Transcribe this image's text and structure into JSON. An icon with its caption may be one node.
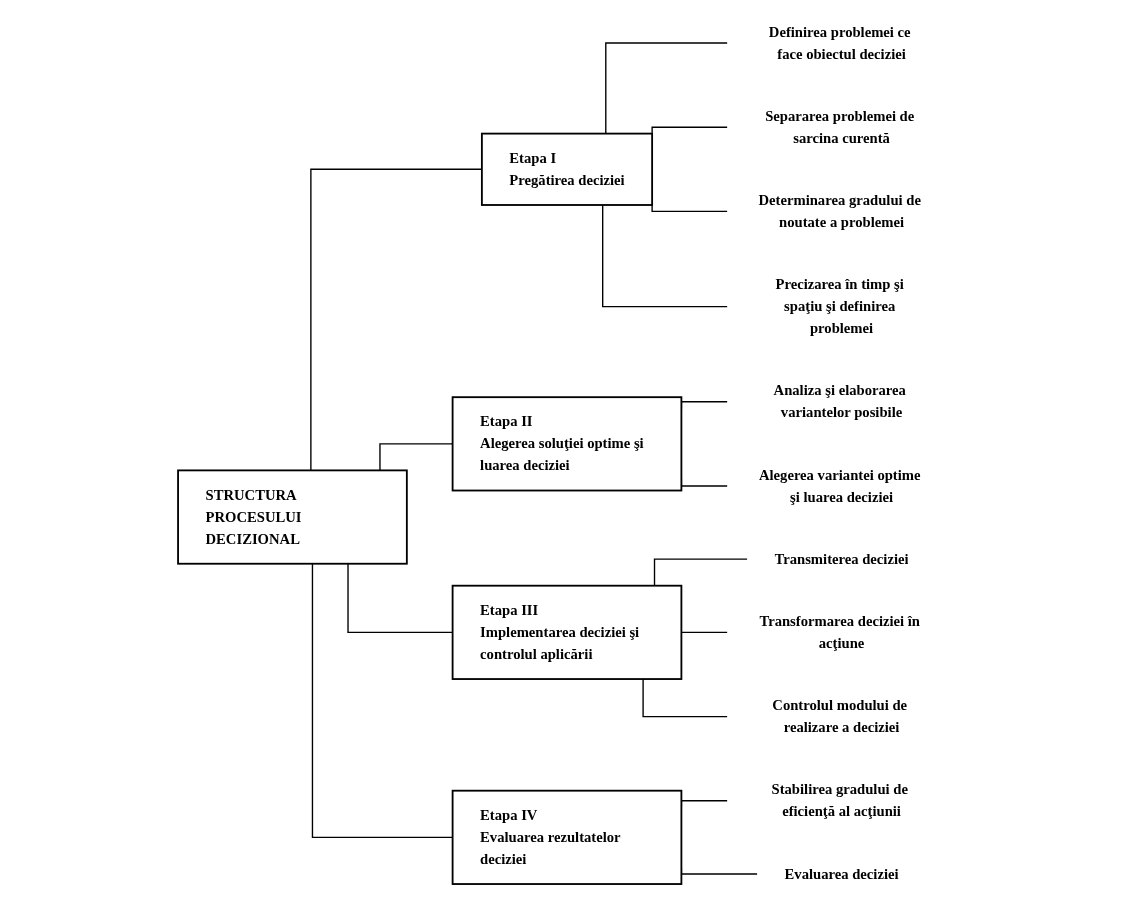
{
  "diagram": {
    "nodes": [
      {
        "text": [
          "STRUCTURA PROCESULUI DECIZIONAL"
        ]
      },
      {
        "text": [
          "Etapa I",
          "Pregătirea deciziei"
        ]
      },
      {
        "text": [
          "Definirea problemei ce face obiectul deciziei"
        ]
      },
      {
        "text": [
          "Separarea problemei de sarcina curentă"
        ]
      },
      {
        "text": [
          "Determinarea gradului de noutate a problemei"
        ]
      },
      {
        "text": [
          "Precizarea în timp şi spaţiu şi definirea problemei"
        ]
      },
      {
        "text": [
          "Etapa II",
          "Alegerea soluţiei optime şi luarea deciziei"
        ]
      },
      {
        "text": [
          "Analiza şi elaborarea variantelor posibile"
        ]
      },
      {
        "text": [
          "Alegerea variantei optime şi luarea deciziei"
        ]
      },
      {
        "text": [
          "Etapa III",
          "Implementarea deciziei şi controlul aplicării"
        ]
      },
      {
        "text": [
          "Transmiterea deciziei"
        ]
      },
      {
        "text": [
          "Transformarea deciziei în acţiune"
        ]
      },
      {
        "text": [
          "Controlul modului de realizare a deciziei"
        ]
      },
      {
        "text": [
          "Etapa IV",
          "Evaluarea rezultatelor deciziei"
        ]
      },
      {
        "text": [
          "Stabilirea gradului de eficienţă al acţiunii"
        ]
      },
      {
        "text": [
          "Evaluarea deciziei"
        ]
      }
    ],
    "edges": [
      {
        "from": 0,
        "to": 1,
        "arrow": "none"
      },
      {
        "from": 0,
        "to": 6,
        "arrow": "none"
      },
      {
        "from": 0,
        "to": 9,
        "arrow": "none"
      },
      {
        "from": 0,
        "to": 13,
        "arrow": "none"
      },
      {
        "from": 1,
        "to": 2,
        "arrow": "none"
      },
      {
        "from": 1,
        "to": 3,
        "arrow": "none"
      },
      {
        "from": 1,
        "to": 4,
        "arrow": "none"
      },
      {
        "from": 1,
        "to": 5,
        "arrow": "none"
      },
      {
        "from": 6,
        "to": 7,
        "arrow": "none"
      },
      {
        "from": 6,
        "to": 8,
        "arrow": "none"
      },
      {
        "from": 9,
        "to": 10,
        "arrow": "none"
      },
      {
        "from": 9,
        "to": 11,
        "arrow": "none"
      },
      {
        "from": 9,
        "to": 12,
        "arrow": "none"
      },
      {
        "from": 13,
        "to": 14,
        "arrow": "none"
      },
      {
        "from": 13,
        "to": 15,
        "arrow": "none"
      }
    ]
  }
}
